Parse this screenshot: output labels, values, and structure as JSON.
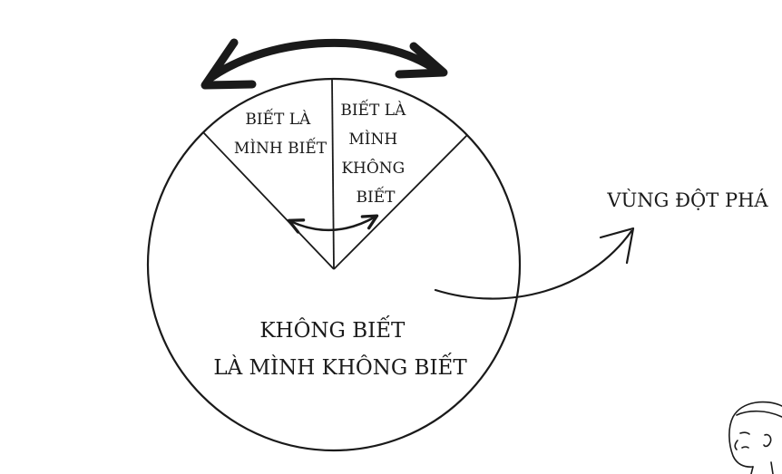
{
  "diagram": {
    "segment_left": {
      "lines": [
        "BIẾT LÀ",
        "MÌNH BIẾT"
      ]
    },
    "segment_right": {
      "lines": [
        "BIẾT LÀ",
        "MÌNH",
        "KHÔNG",
        "BIẾT"
      ]
    },
    "segment_main": {
      "lines": [
        "KHÔNG BIẾT",
        "LÀ MÌNH KHÔNG BIẾT"
      ]
    },
    "breakthrough_label": "VÙNG ĐỘT PHÁ"
  },
  "colors": {
    "ink": "#1a1a1a",
    "background": "#ffffff"
  }
}
